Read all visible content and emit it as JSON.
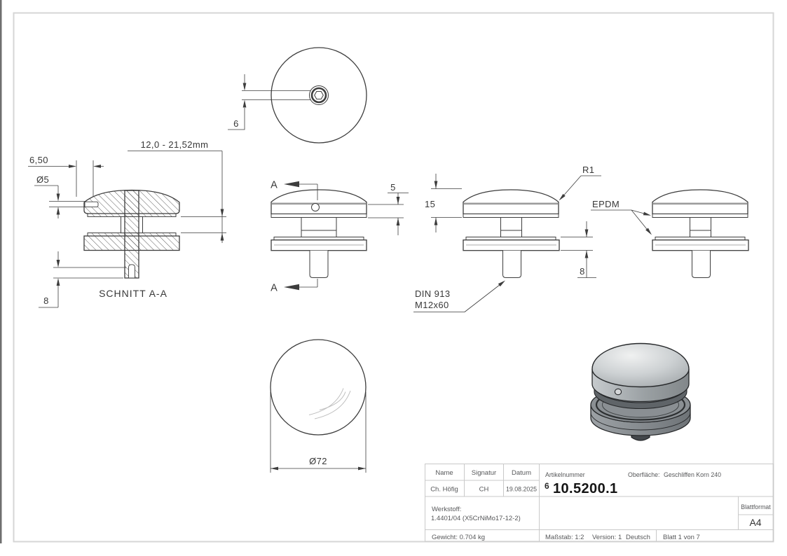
{
  "colors": {
    "drawing_line": "#3d3d3d",
    "sheet_frame": "#d6d6d6",
    "title_block_line": "#c9c9c9",
    "metal_light": "#f0f1f1",
    "metal_dark": "#6e7377"
  },
  "views": {
    "top_view": {
      "hex_socket_dim": "6"
    },
    "section_view": {
      "caption": "SCHNITT A-A",
      "glass_range_dim": "12,0 - 21,52mm",
      "offset_dim": "6,50",
      "hole_dim": "Ø5",
      "slot_depth_dim": "8"
    },
    "front_view": {
      "cut_label_top": "A",
      "cut_label_bottom": "A",
      "gasket_dim": "5"
    },
    "dim_view": {
      "cap_height_dim": "15",
      "radius_note": "R1",
      "disc_height_dim": "8",
      "screw_note_line1": "DIN 913",
      "screw_note_line2": "M12x60"
    },
    "epdm_view": {
      "material_note": "EPDM"
    },
    "bottom_view": {
      "diameter_dim": "Ø72"
    }
  },
  "title_block": {
    "name_header": "Name",
    "signature_header": "Signatur",
    "date_header": "Datum",
    "name_value": "Ch. Höfig",
    "signature_value": "CH",
    "date_value": "19.08.2025",
    "article_label": "Artikelnummer",
    "article_prefix": "6",
    "article_number": "10.5200.1",
    "surface_label": "Oberfläche:",
    "surface_value": "Geschliffen Korn 240",
    "material_label": "Werkstoff:",
    "material_value": "1.4401/04 (X5CrNiMo17-12-2)",
    "weight": "Gewicht: 0.704 kg",
    "scale": "Maßstab: 1:2",
    "version": "Version: 1",
    "language": "Deutsch",
    "sheet": "Blatt 1 von 7",
    "format_label": "Blattformat",
    "format_value": "A4"
  }
}
